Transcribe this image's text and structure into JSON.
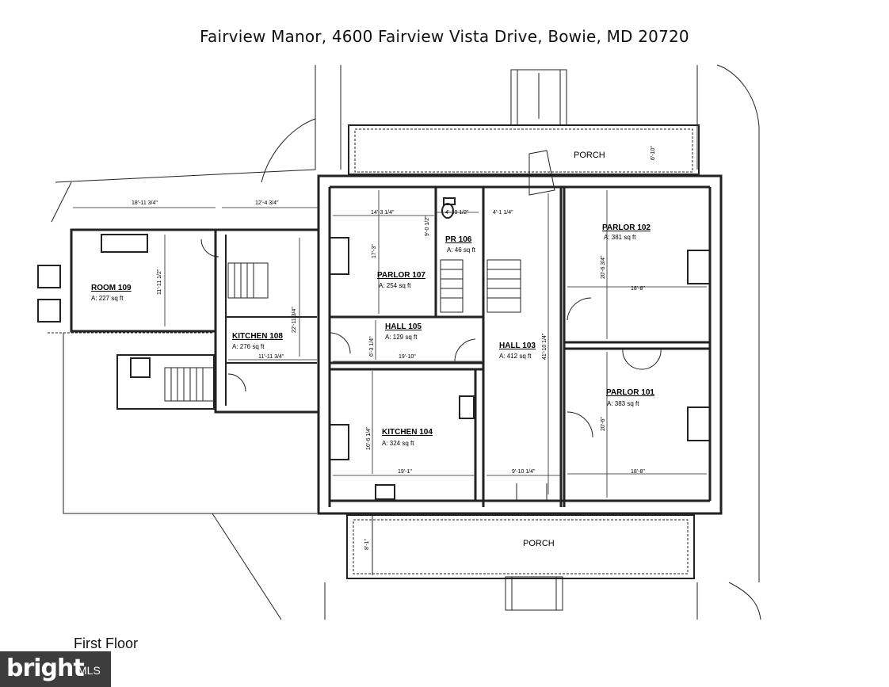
{
  "title": "Fairview Manor, 4600 Fairview Vista Drive, Bowie, MD 20720",
  "floor_label": "First Floor",
  "watermark": {
    "brand": "bright",
    "suffix": "MLS"
  },
  "rooms": [
    {
      "id": "parlor-102",
      "name": "PARLOR 102",
      "area": "A: 381 sq ft"
    },
    {
      "id": "parlor-101",
      "name": "PARLOR 101",
      "area": "A: 383 sq ft"
    },
    {
      "id": "parlor-107",
      "name": "PARLOR 107",
      "area": "A: 254 sq ft"
    },
    {
      "id": "pr-106",
      "name": "PR 106",
      "area": "A: 46 sq ft"
    },
    {
      "id": "hall-105",
      "name": "HALL 105",
      "area": "A: 129 sq ft"
    },
    {
      "id": "hall-103",
      "name": "HALL 103",
      "area": "A: 412 sq ft"
    },
    {
      "id": "kitchen-104",
      "name": "KITCHEN 104",
      "area": "A: 324 sq ft"
    },
    {
      "id": "kitchen-108",
      "name": "KITCHEN 108",
      "area": "A: 276 sq ft"
    },
    {
      "id": "room-109",
      "name": "ROOM 109",
      "area": "A: 227 sq ft"
    }
  ],
  "porches": {
    "top": "PORCH",
    "bottom": "PORCH"
  },
  "dimensions": {
    "room109_width": "18'-11 3/4\"",
    "room109_height": "11'-11 1/2\"",
    "kitchen108_top": "12'-4 3/4\"",
    "kitchen108_width": "11'-11 3/4\"",
    "kitchen108_height": "22'-11 3/4\"",
    "parlor107_width": "14'-3 1/4\"",
    "parlor107_height": "17'-3\"",
    "pr106_width": "4'-10 1/2\"",
    "pr106_height": "9'-0 1/2\"",
    "hall_top_width": "4'-1 1/4\"",
    "hall105_width": "19'-10\"",
    "hall105_height": "6'-3 1/4\"",
    "kitchen104_width": "19'-1\"",
    "kitchen104_height": "16'-6 1/4\"",
    "hall103_width": "9'-10 1/4\"",
    "hall103_height": "41'-10 1/4\"",
    "parlor102_width": "18'-8\"",
    "parlor102_height": "20'-6 3/4\"",
    "parlor101_width": "18'-8\"",
    "parlor101_height": "20'-6\"",
    "top_porch_depth": "6'-10\"",
    "bottom_porch_depth": "8'-1\""
  }
}
